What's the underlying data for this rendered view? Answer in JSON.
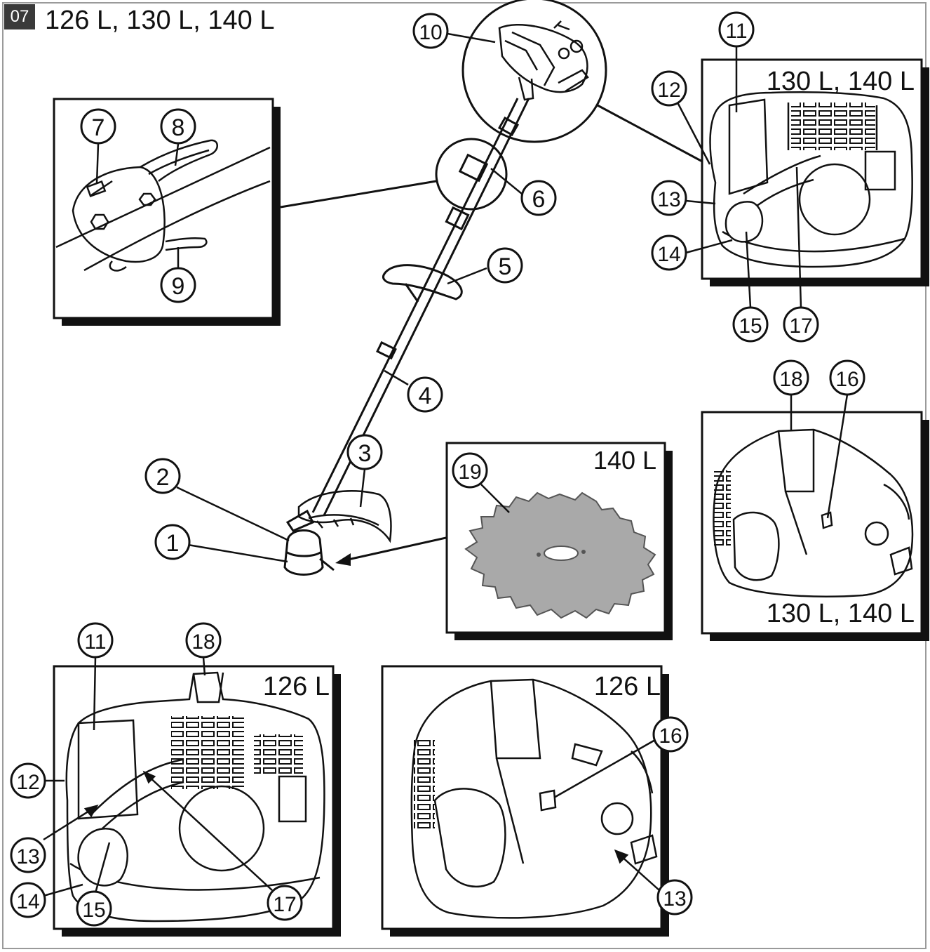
{
  "section": {
    "number": "07",
    "title": "126 L, 130 L, 140 L"
  },
  "panels": {
    "throttle_detail": {
      "callouts": [
        "7",
        "8",
        "9"
      ]
    },
    "engine_130_140_left": {
      "model_label": "130 L, 140 L",
      "callouts": [
        "11",
        "12",
        "13",
        "14",
        "15",
        "17"
      ]
    },
    "engine_130_140_right": {
      "model_label": "130 L, 140 L",
      "callouts": [
        "18",
        "16"
      ]
    },
    "blade_140": {
      "model_label": "140 L",
      "callouts": [
        "19"
      ]
    },
    "engine_126_left": {
      "model_label": "126 L",
      "callouts": [
        "11",
        "18",
        "12",
        "13",
        "14",
        "15",
        "17"
      ]
    },
    "engine_126_right": {
      "model_label": "126 L",
      "callouts": [
        "16",
        "13"
      ]
    }
  },
  "main_trimmer": {
    "callouts": [
      "1",
      "2",
      "3",
      "4",
      "5",
      "6",
      "10"
    ]
  },
  "colors": {
    "ink": "#111111",
    "blade_fill": "#a9a9a9",
    "badge": "#3a3a3a",
    "shadow": "#111111"
  }
}
